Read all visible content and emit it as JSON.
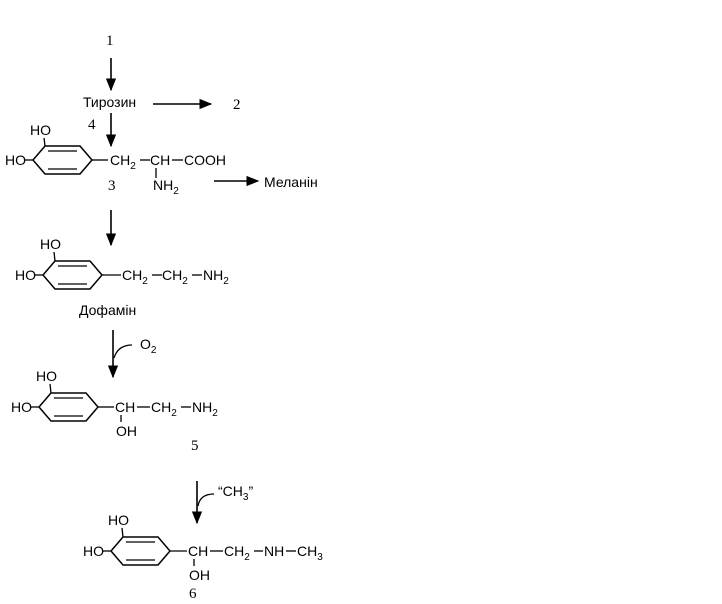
{
  "labels": {
    "n1": "1",
    "n2": "2",
    "n3": "3",
    "n4": "4",
    "n5": "5",
    "n6": "6",
    "tyrosine": "Тирозин",
    "melanin": "Меланін",
    "dopamine": "Дофамін",
    "o2": "O",
    "o2_sub": "2",
    "ch3_open": "“CH",
    "ch3_sub": "3",
    "ch3_close": "”"
  },
  "chem": {
    "ho": "HO",
    "oh": "OH",
    "c": "C",
    "h": "H",
    "n": "N",
    "sub2": "2",
    "sub3": "3",
    "cooh": "COOH",
    "ch": "CH",
    "nh": "NH"
  }
}
